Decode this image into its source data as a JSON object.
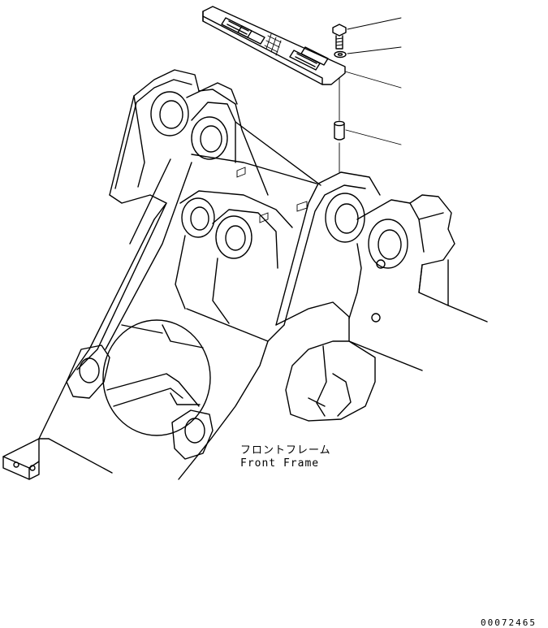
{
  "labels": {
    "part_name_jp": "フロントフレーム",
    "part_name_en": "Front Frame"
  },
  "drawing_number": "00072465",
  "colors": {
    "line": "#000000",
    "background": "#ffffff"
  }
}
